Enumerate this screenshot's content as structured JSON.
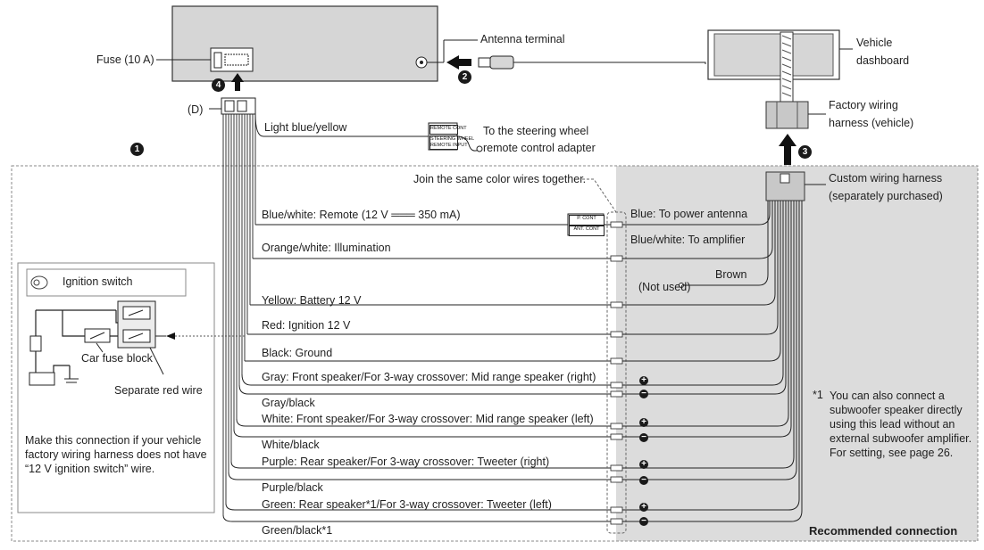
{
  "labels": {
    "fuse": "Fuse (10 A)",
    "antenna_terminal": "Antenna terminal",
    "vehicle_dashboard_1": "Vehicle",
    "vehicle_dashboard_2": "dashboard",
    "factory_harness_1": "Factory wiring",
    "factory_harness_2": "harness (vehicle)",
    "custom_harness_1": "Custom wiring harness",
    "custom_harness_2": "(separately purchased)",
    "d_connector": "(D)",
    "light_blue_yellow": "Light blue/yellow",
    "steering_1": "To the steering wheel",
    "steering_2": "remote control adapter",
    "remote_cont": "REMOTE CONT",
    "steering_input_1": "STEERING WHEEL",
    "steering_input_2": "REMOTE INPUT",
    "join_same": "Join the same color wires together.",
    "ignition_switch": "Ignition switch",
    "car_fuse_block": "Car fuse block",
    "separate_red": "Separate red wire",
    "make_connection": "Make this connection if your vehicle factory wiring harness does not have “12 V ignition switch” wire.",
    "blue_white_remote": "Blue/white: Remote (12 V ═══ 350 mA)",
    "p_cont": "P. CONT",
    "ant_cont": "ANT. CONT",
    "blue_power_antenna": "Blue: To power antenna",
    "blue_white_amp": "Blue/white: To amplifier",
    "orange_white": "Orange/white: Illumination",
    "brown": "Brown",
    "not_used": "(Not used)",
    "yellow": "Yellow: Battery 12 V",
    "red": "Red: Ignition 12 V",
    "black": "Black: Ground",
    "gray": "Gray: Front speaker/For 3-way crossover: Mid range speaker (right)",
    "gray_black": "Gray/black",
    "white": "White: Front speaker/For 3-way crossover: Mid range speaker (left)",
    "white_black": "White/black",
    "purple": "Purple: Rear speaker/For 3-way crossover: Tweeter (right)",
    "purple_black": "Purple/black",
    "green": "Green: Rear speaker*1/For 3-way crossover: Tweeter (left)",
    "green_black": "Green/black*1",
    "footnote_marker": "*1",
    "footnote": "You can also connect a subwoofer speaker directly using this lead without an external subwoofer amplifier. For setting, see page 26.",
    "recommended": "Recommended connection"
  },
  "badges": {
    "b1": "1",
    "b2": "2",
    "b3": "3",
    "b4": "4"
  },
  "polarity": {
    "plus": "+",
    "minus": "−"
  },
  "colors": {
    "shade": "#dcdcdc",
    "line": "#1f1f1f",
    "dashed": "#7a7a7a",
    "badge": "#1a1a1a"
  }
}
